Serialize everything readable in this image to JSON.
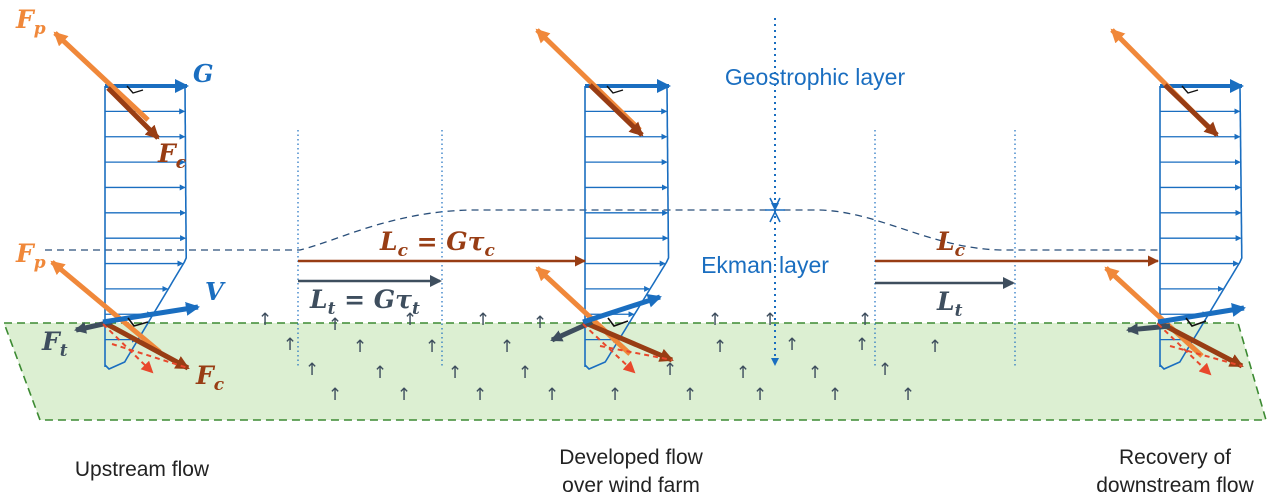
{
  "colors": {
    "orange": "#f0883a",
    "brown": "#983d14",
    "blue": "#1a6ec0",
    "navy": "#3e4e5e",
    "red": "#e8482c",
    "green_fill": "#dcefd2",
    "green_edge": "#3c8a32",
    "black": "#111111"
  },
  "layers": {
    "geostrophic": "Geostrophic layer",
    "ekman": "Ekman layer"
  },
  "captions": {
    "upstream": "Upstream flow",
    "developed_1": "Developed flow",
    "developed_2": "over wind farm",
    "recovery_1": "Recovery of",
    "recovery_2": "downstream flow"
  },
  "symbols": {
    "F": "F",
    "p": "p",
    "c": "c",
    "t": "t",
    "G": "G",
    "V": "V",
    "L": "L",
    "eq_c": " = Gτ",
    "eq_t": " = Gτ"
  },
  "turbine_glyph": "↑"
}
